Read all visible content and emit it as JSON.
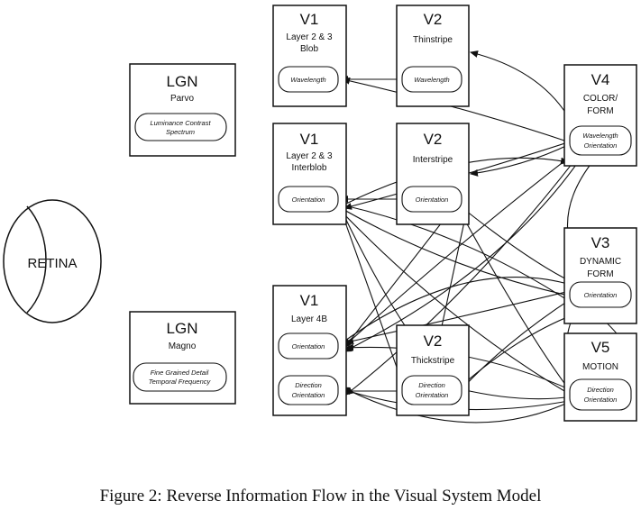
{
  "retina": {
    "label": "RETINA"
  },
  "areas": {
    "lgn_parvo": {
      "title": "LGN",
      "sub": [
        "Parvo"
      ],
      "pill": [
        "Luminance Contrast",
        "Spectrum"
      ]
    },
    "lgn_magno": {
      "title": "LGN",
      "sub": [
        "Magno"
      ],
      "pill": [
        "Fine Grained Detail",
        "Temporal Frequency"
      ]
    },
    "v1_blob": {
      "title": "V1",
      "sub": [
        "Layer 2 & 3",
        "Blob"
      ],
      "pill": [
        "Wavelength"
      ]
    },
    "v2_thin": {
      "title": "V2",
      "sub": [
        "Thinstripe"
      ],
      "pill": [
        "Wavelength"
      ]
    },
    "v1_interblob": {
      "title": "V1",
      "sub": [
        "Layer 2 & 3",
        "Interblob"
      ],
      "pill": [
        "Orientation"
      ]
    },
    "v2_inter": {
      "title": "V2",
      "sub": [
        "Interstripe"
      ],
      "pill": [
        "Orientation"
      ]
    },
    "v1_4b": {
      "title": "V1",
      "sub": [
        "Layer 4B"
      ],
      "pills": [
        [
          "Orientation"
        ],
        [
          "Direction",
          "Orientation"
        ]
      ]
    },
    "v2_thick": {
      "title": "V2",
      "sub": [
        "Thickstripe"
      ],
      "pill": [
        "Direction",
        "Orientation"
      ]
    },
    "v4": {
      "title": "V4",
      "sub": [
        "COLOR/",
        "FORM"
      ],
      "pill": [
        "Wavelength",
        "Orientation"
      ]
    },
    "v3": {
      "title": "V3",
      "sub": [
        "DYNAMIC",
        "FORM"
      ],
      "pill": [
        "Orientation"
      ]
    },
    "v5": {
      "title": "V5",
      "sub": [
        "MOTION"
      ],
      "pill": [
        "Direction",
        "Orientation"
      ]
    }
  },
  "caption": "Figure 2: Reverse Information Flow in the Visual System Model"
}
